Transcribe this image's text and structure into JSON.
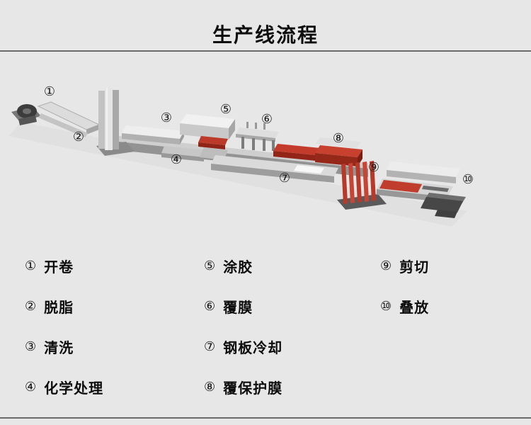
{
  "title": "生产线流程",
  "colors": {
    "background": "#e7e7e7",
    "accent_red": "#c03c2c",
    "divider": "#6b6b6b"
  },
  "diagram": {
    "callouts": [
      {
        "symbol": "①"
      },
      {
        "symbol": "②"
      },
      {
        "symbol": "③"
      },
      {
        "symbol": "④"
      },
      {
        "symbol": "⑤"
      },
      {
        "symbol": "⑥"
      },
      {
        "symbol": "⑦"
      },
      {
        "symbol": "⑧"
      },
      {
        "symbol": "⑨"
      },
      {
        "symbol": "⑩"
      }
    ]
  },
  "legend": {
    "columns": [
      {
        "items": [
          {
            "num": "①",
            "label": "开卷"
          },
          {
            "num": "②",
            "label": "脱脂"
          },
          {
            "num": "③",
            "label": "清洗"
          },
          {
            "num": "④",
            "label": "化学处理"
          }
        ]
      },
      {
        "items": [
          {
            "num": "⑤",
            "label": "涂胶"
          },
          {
            "num": "⑥",
            "label": "覆膜"
          },
          {
            "num": "⑦",
            "label": "钢板冷却"
          },
          {
            "num": "⑧",
            "label": "覆保护膜"
          }
        ]
      },
      {
        "items": [
          {
            "num": "⑨",
            "label": "剪切"
          },
          {
            "num": "⑩",
            "label": "叠放"
          }
        ]
      }
    ]
  }
}
